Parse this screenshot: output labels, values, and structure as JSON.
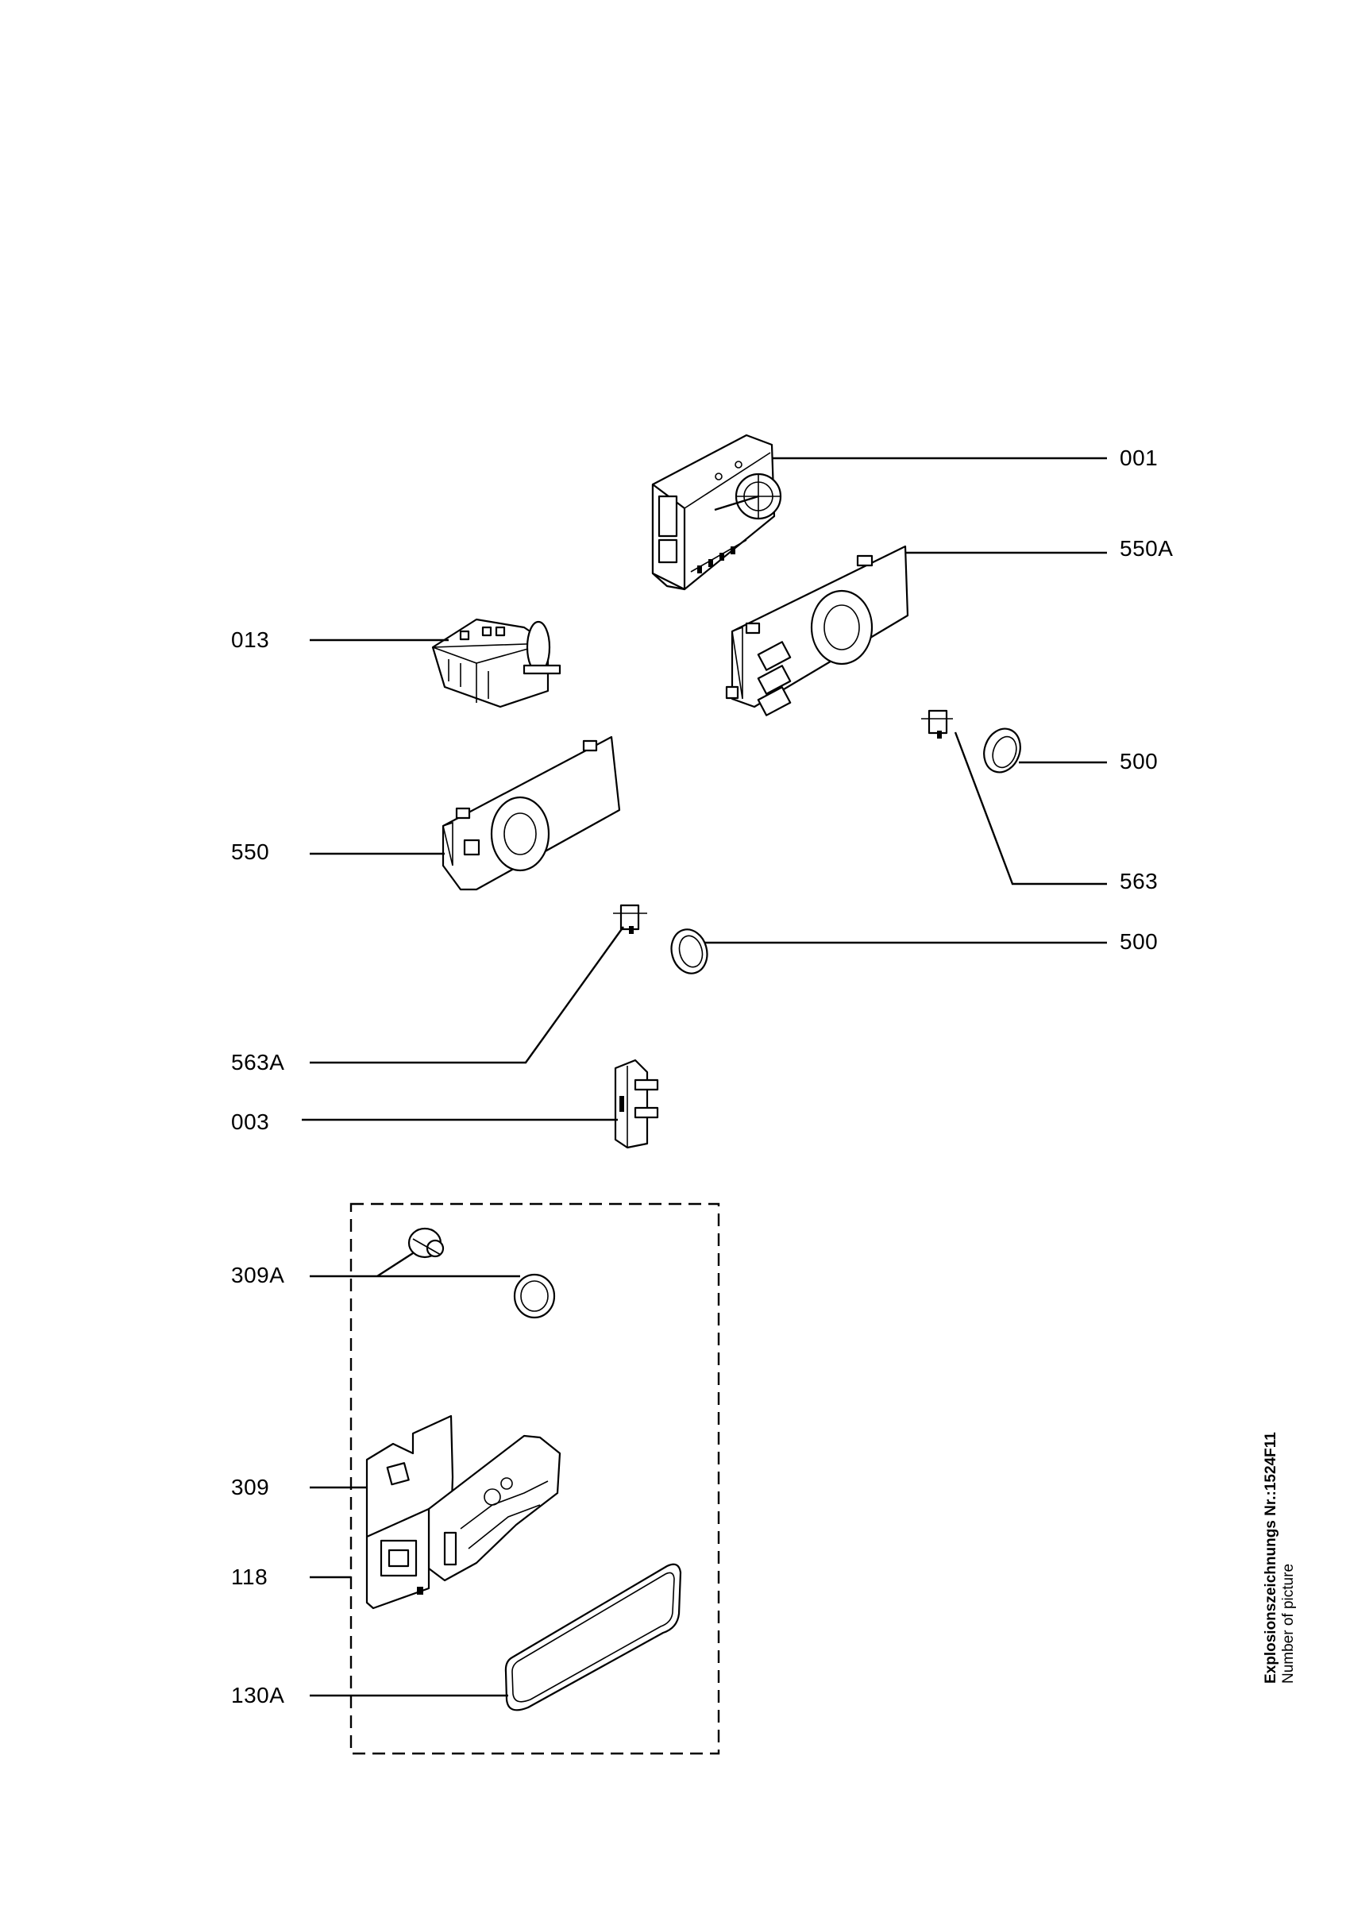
{
  "labels": {
    "l001": "001",
    "l550A": "550A",
    "l013": "013",
    "l500a": "500",
    "l550": "550",
    "l563": "563",
    "l500b": "500",
    "l563A": "563A",
    "l003": "003",
    "l309A": "309A",
    "l309": "309",
    "l118": "118",
    "l130A": "130A"
  },
  "sidebar": {
    "line1": "Explosionszeichnungs Nr.:1524F11",
    "line2": "Number of picture"
  }
}
